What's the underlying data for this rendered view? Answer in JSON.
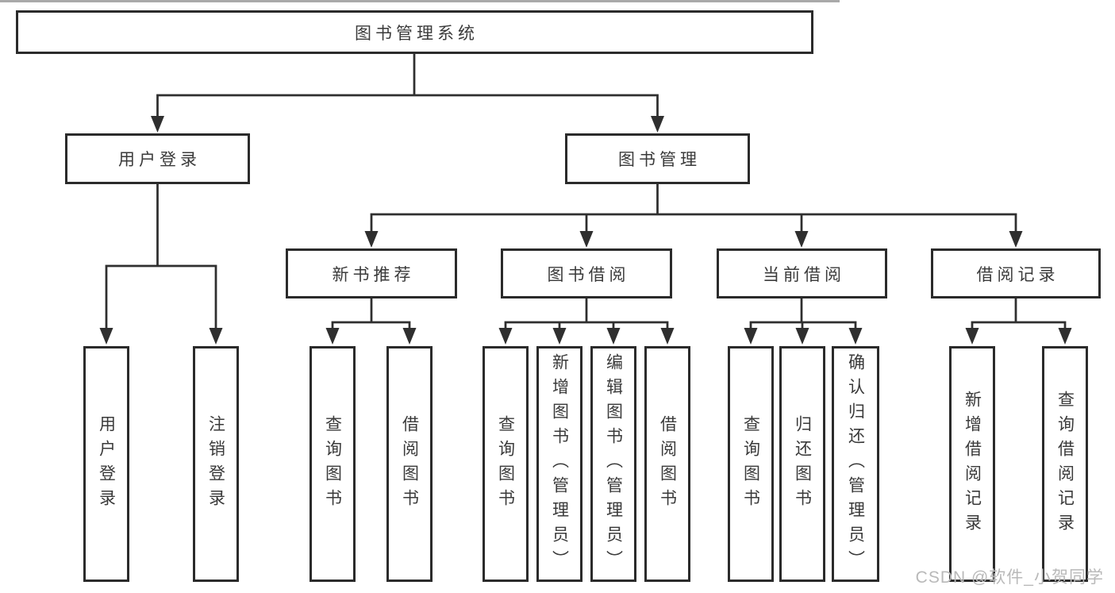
{
  "diagram": {
    "title": "图书管理系统",
    "root": {
      "label": "图书管理系统"
    },
    "level2": [
      {
        "label": "用户登录"
      },
      {
        "label": "图书管理"
      }
    ],
    "level3": [
      {
        "label": "新书推荐"
      },
      {
        "label": "图书借阅"
      },
      {
        "label": "当前借阅"
      },
      {
        "label": "借阅记录"
      }
    ],
    "leaves": {
      "user_login": [
        {
          "label": "用户登录"
        },
        {
          "label": "注销登录"
        }
      ],
      "new_book_recommend": [
        {
          "label": "查询图书"
        },
        {
          "label": "借阅图书"
        }
      ],
      "book_borrow": [
        {
          "label": "查询图书"
        },
        {
          "label": "新增图书（管理员）"
        },
        {
          "label": "编辑图书（管理员）"
        },
        {
          "label": "借阅图书"
        }
      ],
      "current_borrow": [
        {
          "label": "查询图书"
        },
        {
          "label": "归还图书"
        },
        {
          "label": "确认归还（管理员）"
        }
      ],
      "borrow_records": [
        {
          "label": "新增借阅记录"
        },
        {
          "label": "查询借阅记录"
        }
      ]
    }
  },
  "watermark": {
    "text": "CSDN @软件_小贺同学"
  },
  "colors": {
    "line": "#2f2f2f",
    "box_border": "#2b2b2b",
    "text": "#3a3a3a",
    "watermark": "#b9b9b9",
    "background": "#ffffff"
  }
}
